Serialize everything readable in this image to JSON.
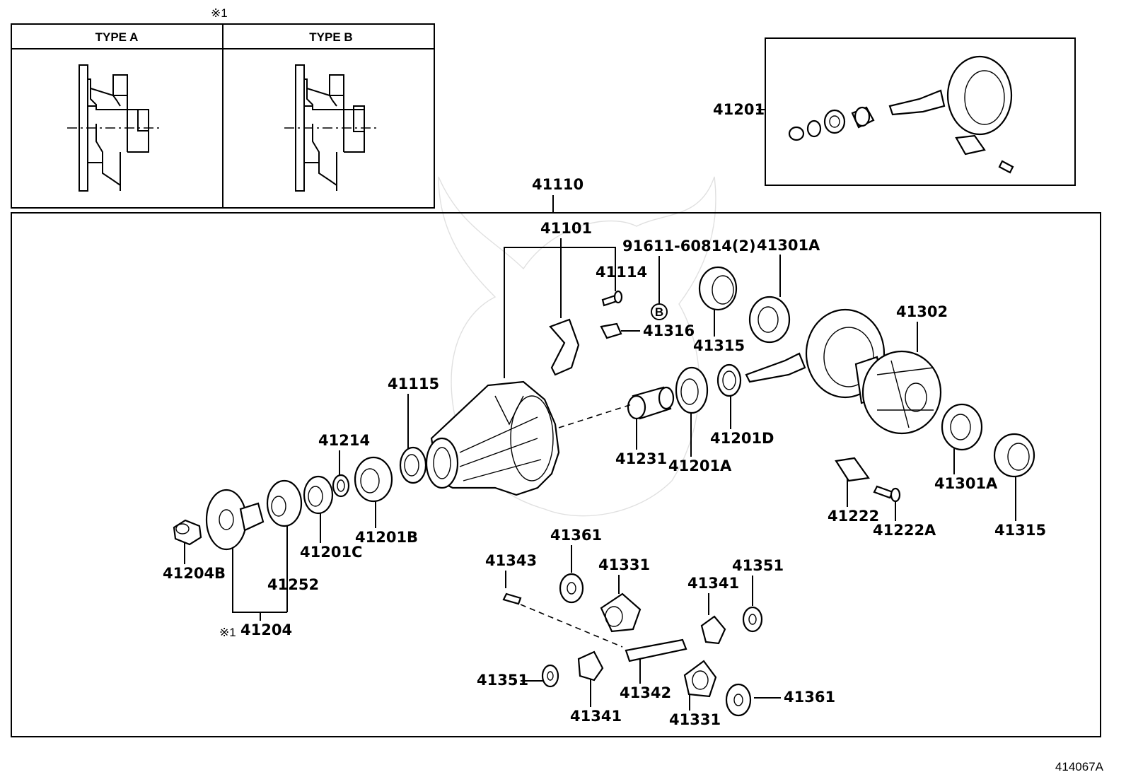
{
  "note_mark": "※1",
  "type_a": "TYPE A",
  "type_b": "TYPE B",
  "labels": {
    "p41201": "41201",
    "p41110": "41110",
    "p41101": "41101",
    "p91611": "91611-60814(2)",
    "pB": "B",
    "p41301A_top": "41301A",
    "p41114": "41114",
    "p41316": "41316",
    "p41315_top": "41315",
    "p41302": "41302",
    "p41115": "41115",
    "p41214": "41214",
    "p41231": "41231",
    "p41201A": "41201A",
    "p41201D": "41201D",
    "p41201C": "41201C",
    "p41201B": "41201B",
    "p41204B": "41204B",
    "p41252": "41252",
    "p41204": "41204",
    "p41222": "41222",
    "p41222A": "41222A",
    "p41301A_bot": "41301A",
    "p41315_bot": "41315",
    "p41361_top": "41361",
    "p41343": "41343",
    "p41331_top": "41331",
    "p41341_top": "41341",
    "p41351_top": "41351",
    "p41351_bot": "41351",
    "p41341_bot": "41341",
    "p41342": "41342",
    "p41331_bot": "41331",
    "p41361_bot": "41361"
  },
  "figure_code": "414067A"
}
